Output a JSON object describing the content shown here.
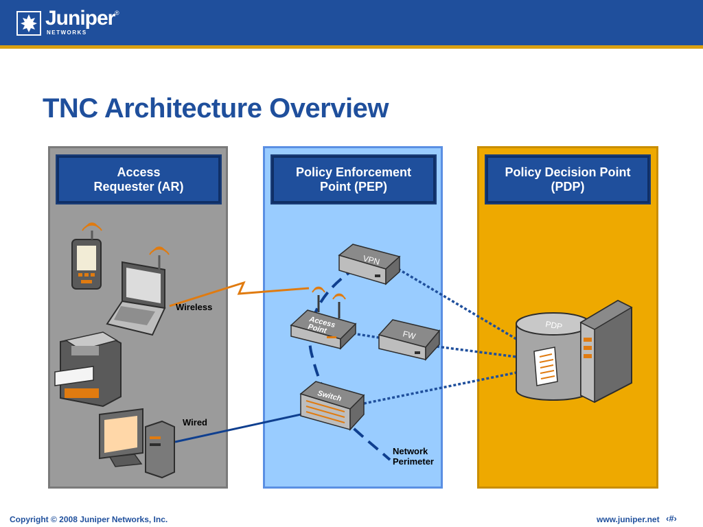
{
  "brand": {
    "name": "Juniper",
    "sub": "NETWORKS",
    "registered": "®"
  },
  "slide": {
    "title": "TNC Architecture Overview"
  },
  "panels": {
    "ar": {
      "line1": "Access",
      "line2": "Requester (AR)"
    },
    "pep": {
      "line1": "Policy Enforcement",
      "line2": "Point (PEP)"
    },
    "pdp": {
      "line1": "Policy Decision Point",
      "line2": "(PDP)"
    }
  },
  "devices": {
    "vpn": "VPN",
    "fw": "FW",
    "access_point": [
      "Access",
      "Point"
    ],
    "switch": "Switch",
    "pdp": "PDP"
  },
  "connections": {
    "wireless": "Wireless",
    "wired": "Wired",
    "perimeter": [
      "Network",
      "Perimeter"
    ]
  },
  "footer": {
    "copyright": "Copyright © 2008 Juniper Networks, Inc.",
    "url": "www.juniper.net",
    "page": "‹#›"
  },
  "colors": {
    "header_blue": "#1f4f9c",
    "accent_gold": "#d9a011",
    "ar_panel": "#9b9b9b",
    "pep_panel": "#99ccff",
    "pdp_panel": "#eea900",
    "wireless_link": "#e07b10",
    "wired_link": "#0f3f8f",
    "dotted_link": "#1f4f9c",
    "perimeter_dash": "#0f3f8f"
  }
}
